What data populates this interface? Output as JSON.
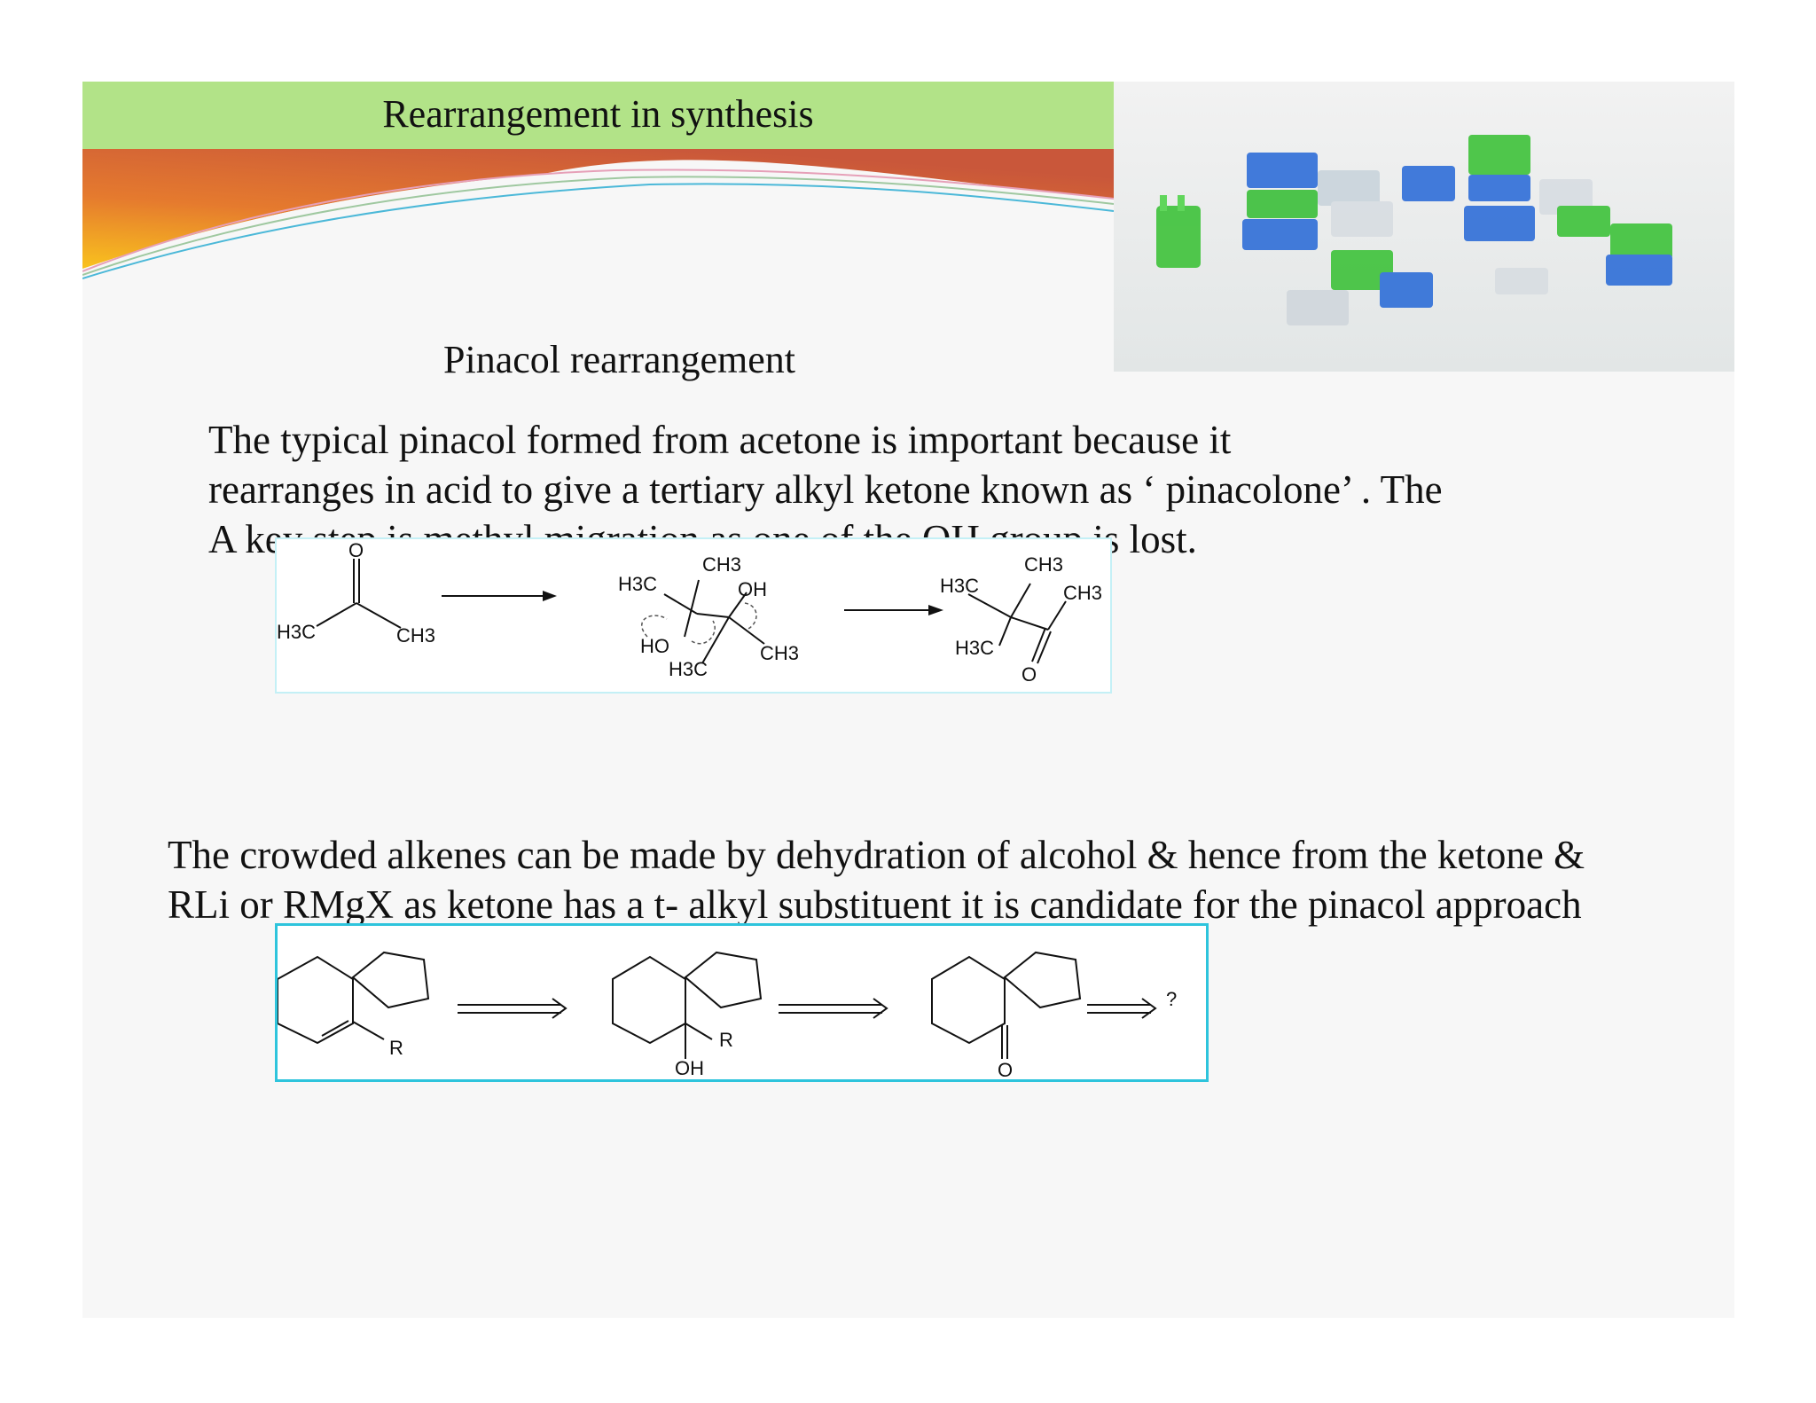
{
  "banner": {
    "title": "Rearrangement in synthesis"
  },
  "photo": {
    "description_icon": "plastic-building-blocks-image"
  },
  "subtitle": "Pinacol  rearrangement",
  "paragraph1": {
    "lines": [
      "The typical pinacol  formed from acetone is important  because it",
      "rearranges in acid to give  a tertiary  alkyl ketone  known as ‘ pinacolone’ . The",
      "A key step is methyl migration as one of the OH group is lost."
    ]
  },
  "paragraph2": {
    "lines": [
      "The crowded alkenes can be made by dehydration of alcohol & hence from the ketone &",
      "RLi or RMgX as ketone  has  a t- alkyl  substituent it is candidate for the pinacol approach"
    ]
  },
  "scheme1": {
    "acetone": {
      "o": "O",
      "left": "H3C",
      "right": "CH3"
    },
    "pinacol": {
      "ch3_top": "CH3",
      "h3c_left": "H3C",
      "oh": "OH",
      "ho": "HO",
      "h3c_bottom": "H3C",
      "ch3_right": "CH3"
    },
    "pinacolone": {
      "ch3_top": "CH3",
      "ch3_right": "CH3",
      "h3c_left": "H3C",
      "h3c_bottom": "H3C",
      "o": "O"
    }
  },
  "scheme2": {
    "alkene": {
      "r": "R"
    },
    "alcohol": {
      "r": "R",
      "oh": "OH"
    },
    "ketone": {
      "o": "O"
    },
    "question": "?"
  }
}
